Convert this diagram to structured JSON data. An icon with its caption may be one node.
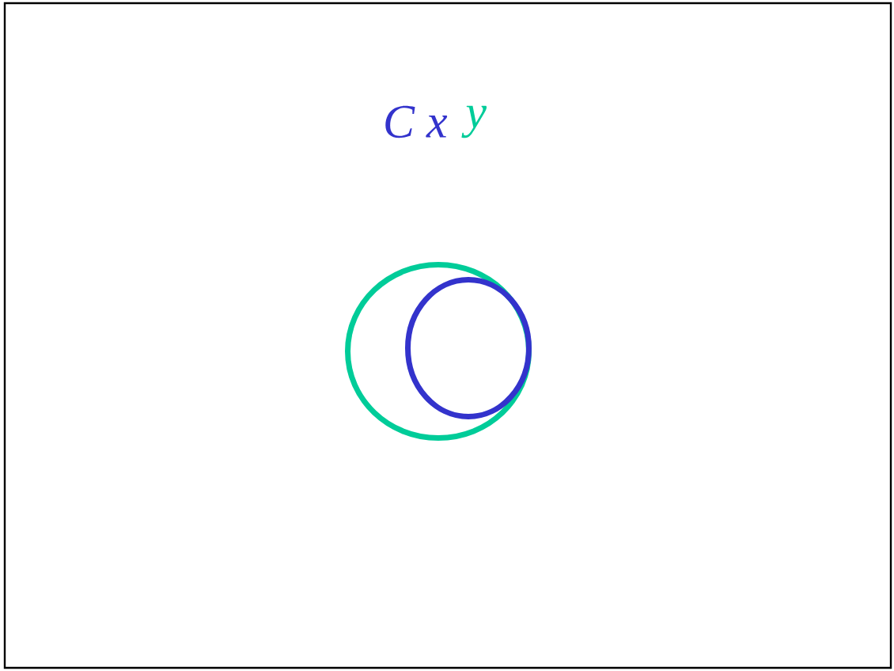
{
  "diagram": {
    "nodes": [
      {
        "text": [],
        "shape": "circle"
      },
      {
        "text": [],
        "shape": "circle",
        "in": 0
      }
    ],
    "labels": [
      "C x",
      "y"
    ]
  }
}
